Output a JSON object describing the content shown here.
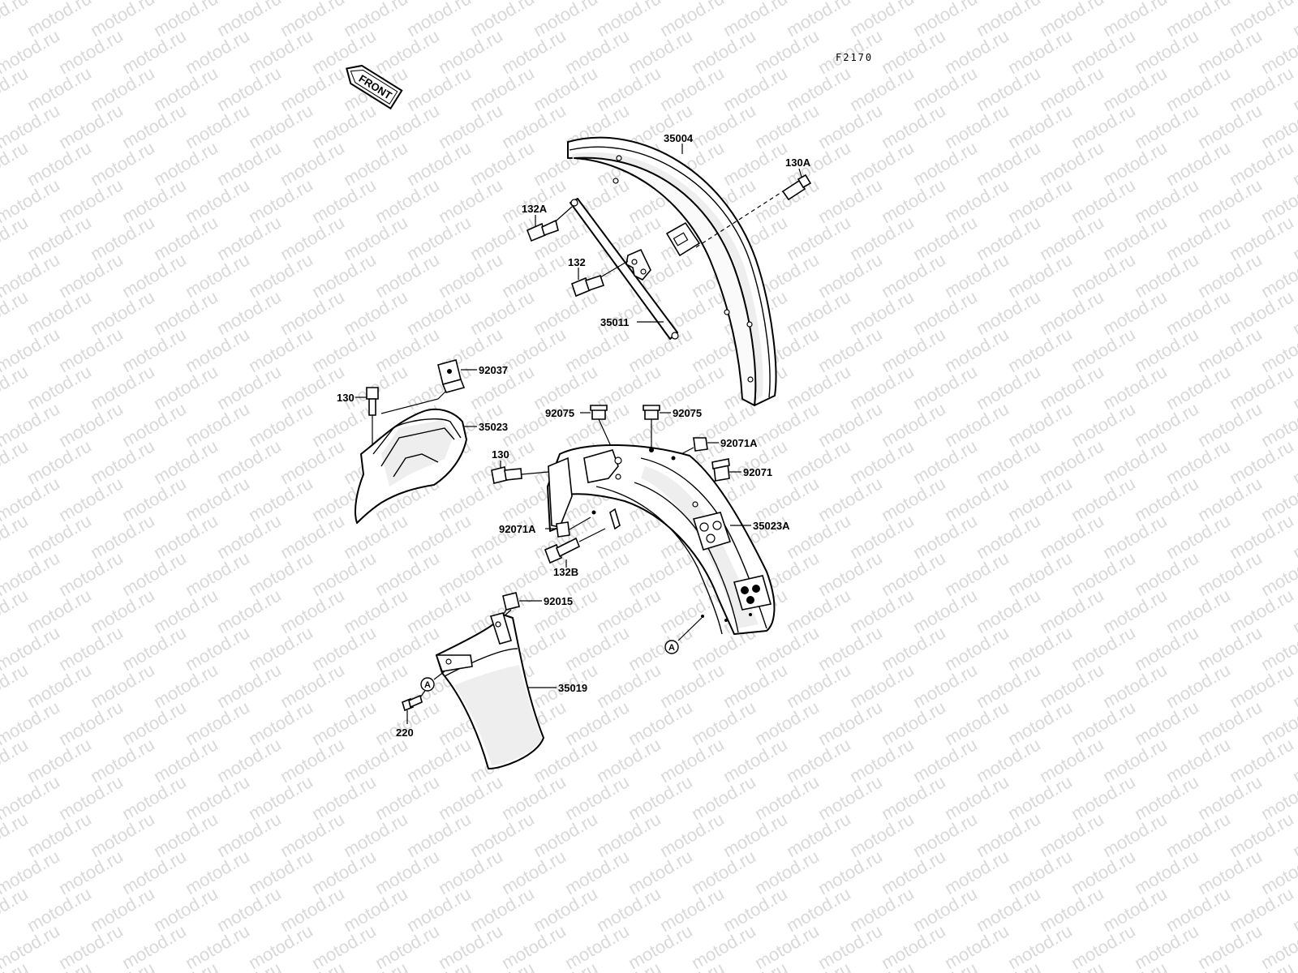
{
  "diagram": {
    "code": "F2170",
    "front_arrow_text": "FRONT",
    "watermark": "motod.ru",
    "ref_mark": "A",
    "parts": {
      "p35004": "35004",
      "p130A": "130A",
      "p132A": "132A",
      "p132": "132",
      "p35011": "35011",
      "p92037": "92037",
      "p130a": "130",
      "p35023": "35023",
      "p92075a": "92075",
      "p92075b": "92075",
      "p92071A_a": "92071A",
      "p92071": "92071",
      "p130b": "130",
      "p35023A": "35023A",
      "p92071A_b": "92071A",
      "p132B": "132B",
      "p92015": "92015",
      "p35019": "35019",
      "p220": "220"
    }
  }
}
